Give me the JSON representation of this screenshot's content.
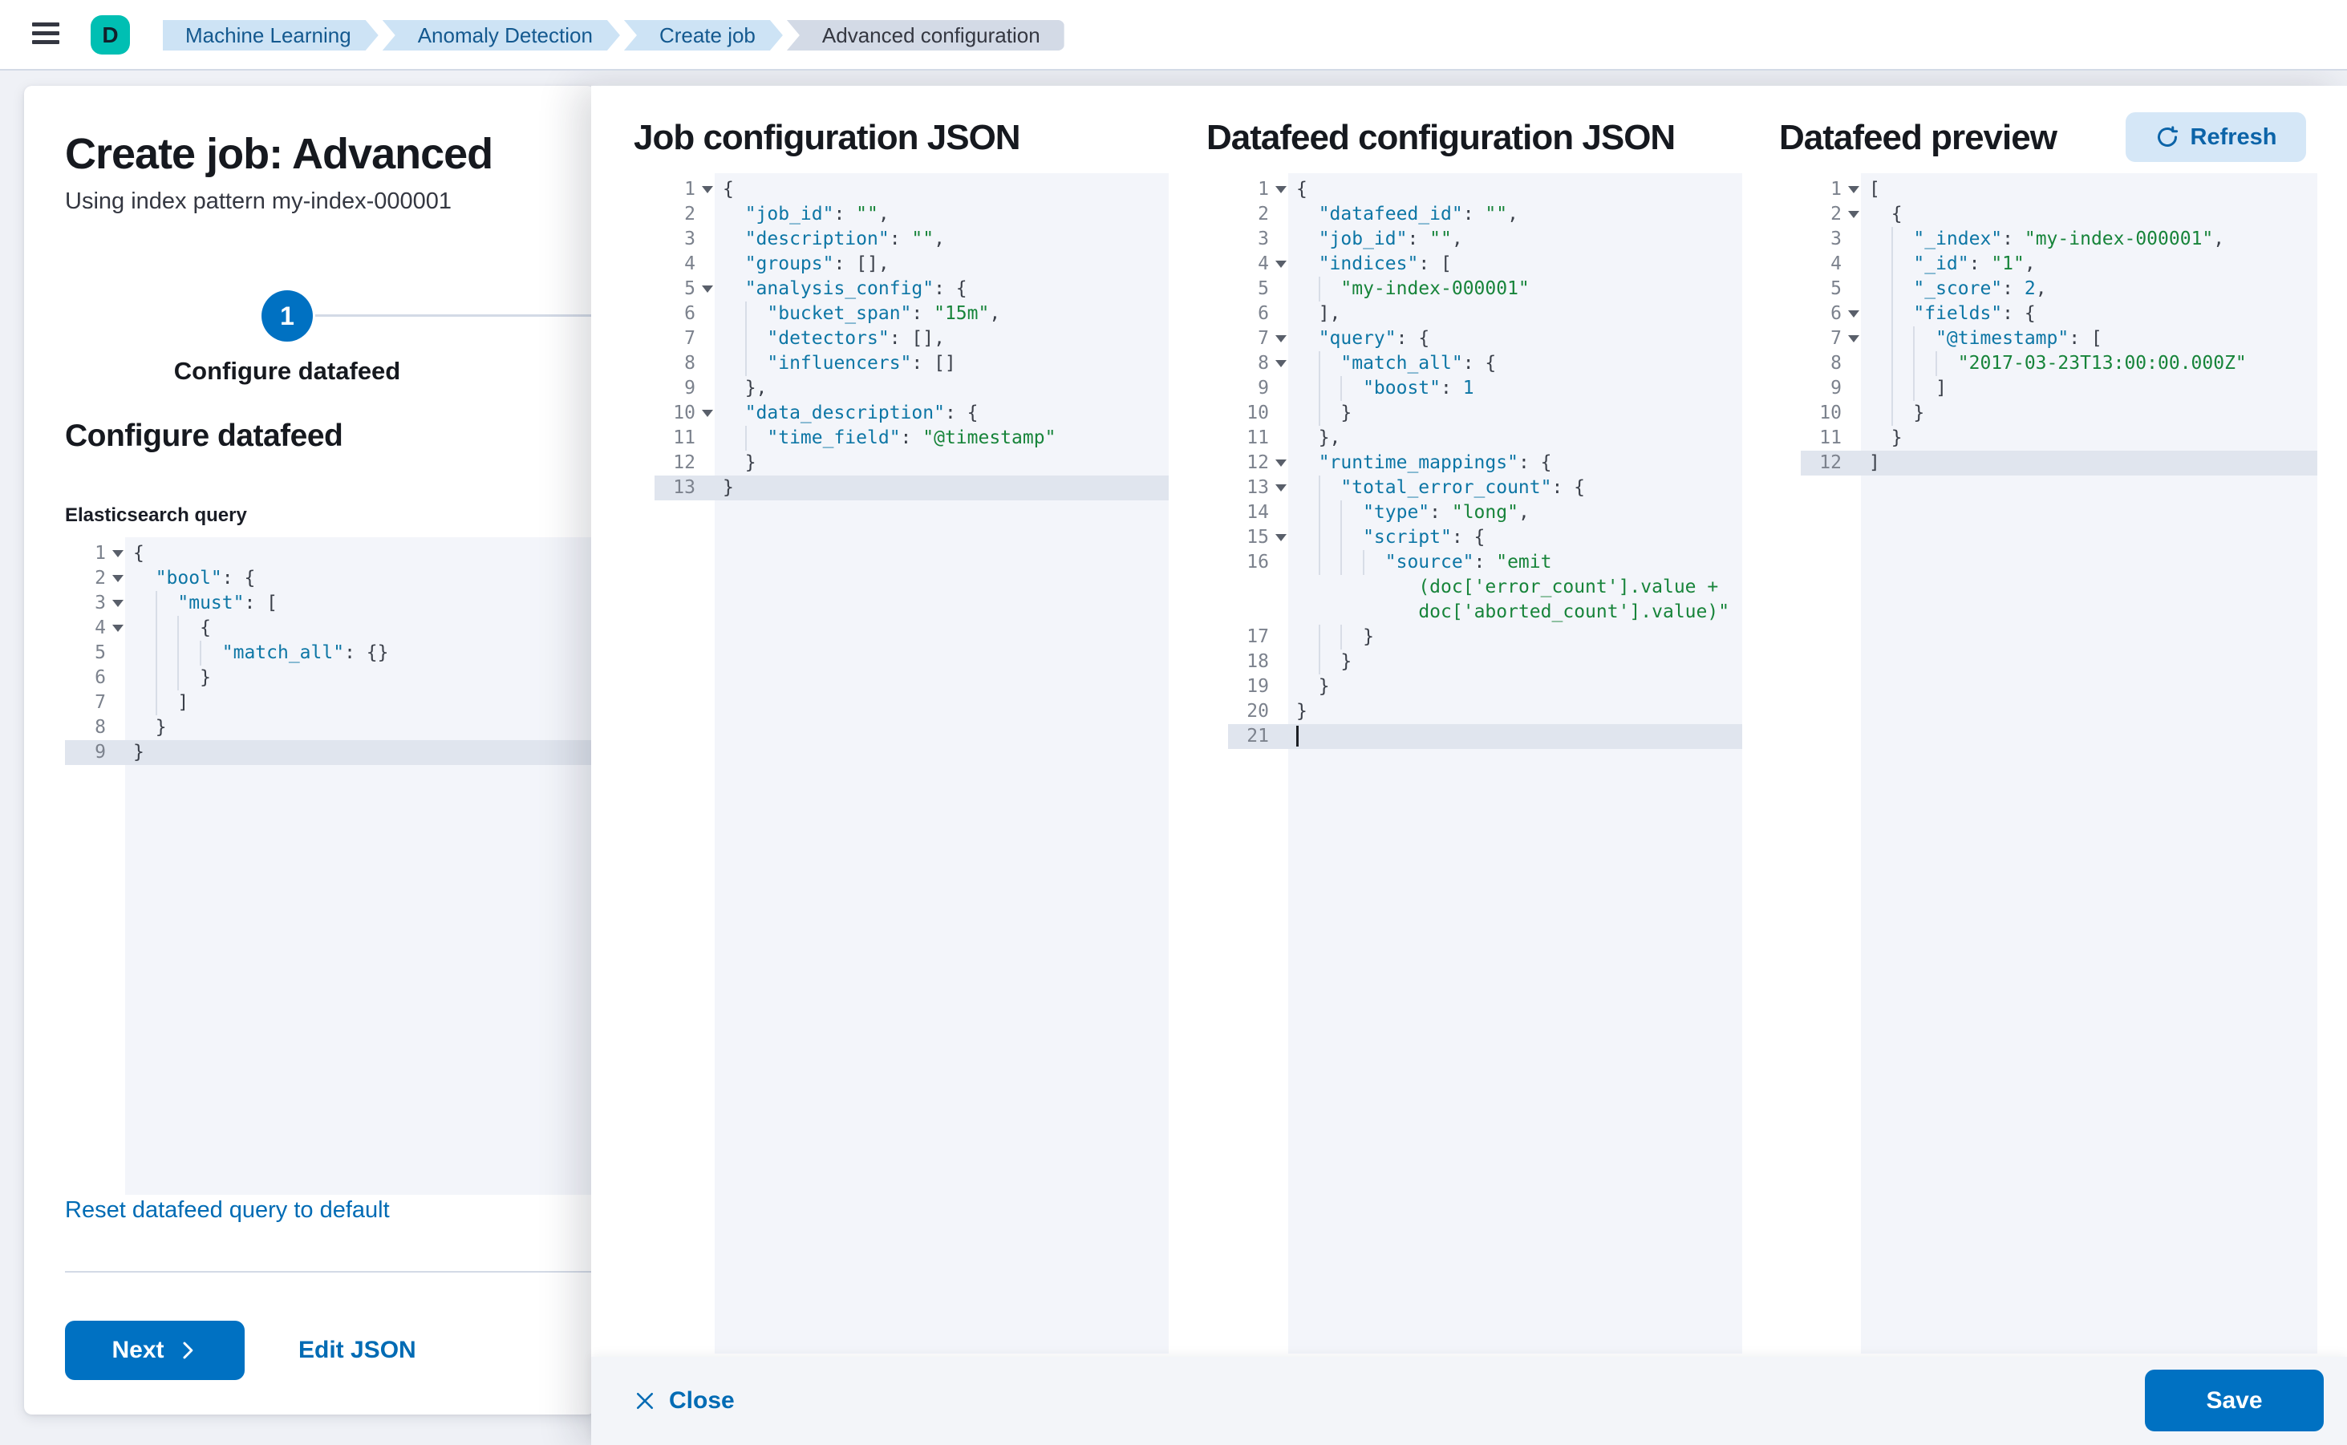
{
  "header": {
    "avatar": "D",
    "breadcrumbs": [
      {
        "label": "Machine Learning",
        "current": false
      },
      {
        "label": "Anomaly Detection",
        "current": false
      },
      {
        "label": "Create job",
        "current": false
      },
      {
        "label": "Advanced configuration",
        "current": true
      }
    ]
  },
  "wizard": {
    "title": "Create job: Advanced",
    "subtitle": "Using index pattern my-index-000001",
    "step_number": "1",
    "step_label": "Configure datafeed",
    "section_heading": "Configure datafeed",
    "query_label": "Elasticsearch query",
    "reset_link": "Reset datafeed query to default",
    "next_label": "Next",
    "edit_json_label": "Edit JSON"
  },
  "flyout": {
    "job_heading": "Job configuration JSON",
    "datafeed_heading": "Datafeed configuration JSON",
    "preview_heading": "Datafeed preview",
    "refresh_label": "Refresh",
    "close_label": "Close",
    "save_label": "Save"
  },
  "colors": {
    "primary": "#0071c2",
    "link": "#006bb4",
    "avatar_teal": "#00bfb3",
    "code_key": "#0d76a5",
    "code_string": "#17843a",
    "active_line": "#e0e5ee"
  },
  "editors": {
    "es_query": {
      "rows": [
        {
          "n": "1",
          "fold": true,
          "ind": 0,
          "segs": [
            [
              "p",
              "{"
            ]
          ]
        },
        {
          "n": "2",
          "fold": true,
          "ind": 1,
          "segs": [
            [
              "k",
              "\"bool\""
            ],
            [
              "p",
              ": {"
            ]
          ]
        },
        {
          "n": "3",
          "fold": true,
          "ind": 2,
          "segs": [
            [
              "k",
              "\"must\""
            ],
            [
              "p",
              ": ["
            ]
          ]
        },
        {
          "n": "4",
          "fold": true,
          "ind": 3,
          "segs": [
            [
              "p",
              "{"
            ]
          ]
        },
        {
          "n": "5",
          "ind": 4,
          "segs": [
            [
              "k",
              "\"match_all\""
            ],
            [
              "p",
              ": {}"
            ]
          ]
        },
        {
          "n": "6",
          "ind": 3,
          "segs": [
            [
              "p",
              "}"
            ]
          ]
        },
        {
          "n": "7",
          "ind": 2,
          "segs": [
            [
              "p",
              "]"
            ]
          ]
        },
        {
          "n": "8",
          "ind": 1,
          "segs": [
            [
              "p",
              "}"
            ]
          ]
        },
        {
          "n": "9",
          "active": true,
          "ind": 0,
          "segs": [
            [
              "p",
              "}"
            ]
          ]
        }
      ]
    },
    "job_config": {
      "rows": [
        {
          "n": "1",
          "fold": true,
          "ind": 0,
          "segs": [
            [
              "p",
              "{"
            ]
          ]
        },
        {
          "n": "2",
          "ind": 1,
          "segs": [
            [
              "k",
              "\"job_id\""
            ],
            [
              "p",
              ": "
            ],
            [
              "s",
              "\"\""
            ],
            [
              "p",
              ","
            ]
          ]
        },
        {
          "n": "3",
          "ind": 1,
          "segs": [
            [
              "k",
              "\"description\""
            ],
            [
              "p",
              ": "
            ],
            [
              "s",
              "\"\""
            ],
            [
              "p",
              ","
            ]
          ]
        },
        {
          "n": "4",
          "ind": 1,
          "segs": [
            [
              "k",
              "\"groups\""
            ],
            [
              "p",
              ": [],"
            ]
          ]
        },
        {
          "n": "5",
          "fold": true,
          "ind": 1,
          "segs": [
            [
              "k",
              "\"analysis_config\""
            ],
            [
              "p",
              ": {"
            ]
          ]
        },
        {
          "n": "6",
          "ind": 2,
          "segs": [
            [
              "k",
              "\"bucket_span\""
            ],
            [
              "p",
              ": "
            ],
            [
              "s",
              "\"15m\""
            ],
            [
              "p",
              ","
            ]
          ]
        },
        {
          "n": "7",
          "ind": 2,
          "segs": [
            [
              "k",
              "\"detectors\""
            ],
            [
              "p",
              ": [],"
            ]
          ]
        },
        {
          "n": "8",
          "ind": 2,
          "segs": [
            [
              "k",
              "\"influencers\""
            ],
            [
              "p",
              ": []"
            ]
          ]
        },
        {
          "n": "9",
          "ind": 1,
          "segs": [
            [
              "p",
              "},"
            ]
          ]
        },
        {
          "n": "10",
          "fold": true,
          "ind": 1,
          "segs": [
            [
              "k",
              "\"data_description\""
            ],
            [
              "p",
              ": {"
            ]
          ]
        },
        {
          "n": "11",
          "ind": 2,
          "segs": [
            [
              "k",
              "\"time_field\""
            ],
            [
              "p",
              ": "
            ],
            [
              "s",
              "\"@timestamp\""
            ]
          ]
        },
        {
          "n": "12",
          "ind": 1,
          "segs": [
            [
              "p",
              "}"
            ]
          ]
        },
        {
          "n": "13",
          "active": true,
          "ind": 0,
          "segs": [
            [
              "p",
              "}"
            ]
          ]
        }
      ]
    },
    "datafeed_config": {
      "rows": [
        {
          "n": "1",
          "fold": true,
          "ind": 0,
          "segs": [
            [
              "p",
              "{"
            ]
          ]
        },
        {
          "n": "2",
          "ind": 1,
          "segs": [
            [
              "k",
              "\"datafeed_id\""
            ],
            [
              "p",
              ": "
            ],
            [
              "s",
              "\"\""
            ],
            [
              "p",
              ","
            ]
          ]
        },
        {
          "n": "3",
          "ind": 1,
          "segs": [
            [
              "k",
              "\"job_id\""
            ],
            [
              "p",
              ": "
            ],
            [
              "s",
              "\"\""
            ],
            [
              "p",
              ","
            ]
          ]
        },
        {
          "n": "4",
          "fold": true,
          "ind": 1,
          "segs": [
            [
              "k",
              "\"indices\""
            ],
            [
              "p",
              ": ["
            ]
          ]
        },
        {
          "n": "5",
          "ind": 2,
          "segs": [
            [
              "s",
              "\"my-index-000001\""
            ]
          ]
        },
        {
          "n": "6",
          "ind": 1,
          "segs": [
            [
              "p",
              "],"
            ]
          ]
        },
        {
          "n": "7",
          "fold": true,
          "ind": 1,
          "segs": [
            [
              "k",
              "\"query\""
            ],
            [
              "p",
              ": {"
            ]
          ]
        },
        {
          "n": "8",
          "fold": true,
          "ind": 2,
          "segs": [
            [
              "k",
              "\"match_all\""
            ],
            [
              "p",
              ": {"
            ]
          ]
        },
        {
          "n": "9",
          "ind": 3,
          "segs": [
            [
              "k",
              "\"boost\""
            ],
            [
              "p",
              ": "
            ],
            [
              "n",
              "1"
            ]
          ]
        },
        {
          "n": "10",
          "ind": 2,
          "segs": [
            [
              "p",
              "}"
            ]
          ]
        },
        {
          "n": "11",
          "ind": 1,
          "segs": [
            [
              "p",
              "},"
            ]
          ]
        },
        {
          "n": "12",
          "fold": true,
          "ind": 1,
          "segs": [
            [
              "k",
              "\"runtime_mappings\""
            ],
            [
              "p",
              ": {"
            ]
          ]
        },
        {
          "n": "13",
          "fold": true,
          "ind": 2,
          "segs": [
            [
              "k",
              "\"total_error_count\""
            ],
            [
              "p",
              ": {"
            ]
          ]
        },
        {
          "n": "14",
          "ind": 3,
          "segs": [
            [
              "k",
              "\"type\""
            ],
            [
              "p",
              ": "
            ],
            [
              "s",
              "\"long\""
            ],
            [
              "p",
              ","
            ]
          ]
        },
        {
          "n": "15",
          "fold": true,
          "ind": 3,
          "segs": [
            [
              "k",
              "\"script\""
            ],
            [
              "p",
              ": {"
            ]
          ]
        },
        {
          "n": "16",
          "ind": 4,
          "segs": [
            [
              "k",
              "\"source\""
            ],
            [
              "p",
              ": "
            ],
            [
              "s",
              "\"emit"
            ]
          ]
        },
        {
          "n": "",
          "pad": 11,
          "segs": [
            [
              "s",
              "(doc['error_count'].value +"
            ]
          ]
        },
        {
          "n": "",
          "pad": 11,
          "segs": [
            [
              "s",
              "doc['aborted_count'].value)\""
            ]
          ]
        },
        {
          "n": "17",
          "ind": 3,
          "segs": [
            [
              "p",
              "}"
            ]
          ]
        },
        {
          "n": "18",
          "ind": 2,
          "segs": [
            [
              "p",
              "}"
            ]
          ]
        },
        {
          "n": "19",
          "ind": 1,
          "segs": [
            [
              "p",
              "}"
            ]
          ]
        },
        {
          "n": "20",
          "ind": 0,
          "segs": [
            [
              "p",
              "}"
            ]
          ]
        },
        {
          "n": "21",
          "active": true,
          "cursor": true,
          "ind": 0,
          "segs": []
        }
      ]
    },
    "datafeed_preview": {
      "rows": [
        {
          "n": "1",
          "fold": true,
          "ind": 0,
          "segs": [
            [
              "p",
              "["
            ]
          ]
        },
        {
          "n": "2",
          "fold": true,
          "ind": 1,
          "segs": [
            [
              "p",
              "{"
            ]
          ]
        },
        {
          "n": "3",
          "ind": 2,
          "segs": [
            [
              "k",
              "\"_index\""
            ],
            [
              "p",
              ": "
            ],
            [
              "s",
              "\"my-index-000001\""
            ],
            [
              "p",
              ","
            ]
          ]
        },
        {
          "n": "4",
          "ind": 2,
          "segs": [
            [
              "k",
              "\"_id\""
            ],
            [
              "p",
              ": "
            ],
            [
              "s",
              "\"1\""
            ],
            [
              "p",
              ","
            ]
          ]
        },
        {
          "n": "5",
          "ind": 2,
          "segs": [
            [
              "k",
              "\"_score\""
            ],
            [
              "p",
              ": "
            ],
            [
              "n",
              "2"
            ],
            [
              "p",
              ","
            ]
          ]
        },
        {
          "n": "6",
          "fold": true,
          "ind": 2,
          "segs": [
            [
              "k",
              "\"fields\""
            ],
            [
              "p",
              ": {"
            ]
          ]
        },
        {
          "n": "7",
          "fold": true,
          "ind": 3,
          "segs": [
            [
              "k",
              "\"@timestamp\""
            ],
            [
              "p",
              ": ["
            ]
          ]
        },
        {
          "n": "8",
          "ind": 4,
          "segs": [
            [
              "s",
              "\"2017-03-23T13:00:00.000Z\""
            ]
          ]
        },
        {
          "n": "9",
          "ind": 3,
          "segs": [
            [
              "p",
              "]"
            ]
          ]
        },
        {
          "n": "10",
          "ind": 2,
          "segs": [
            [
              "p",
              "}"
            ]
          ]
        },
        {
          "n": "11",
          "ind": 1,
          "segs": [
            [
              "p",
              "}"
            ]
          ]
        },
        {
          "n": "12",
          "active": true,
          "ind": 0,
          "segs": [
            [
              "p",
              "]"
            ]
          ]
        }
      ]
    }
  }
}
